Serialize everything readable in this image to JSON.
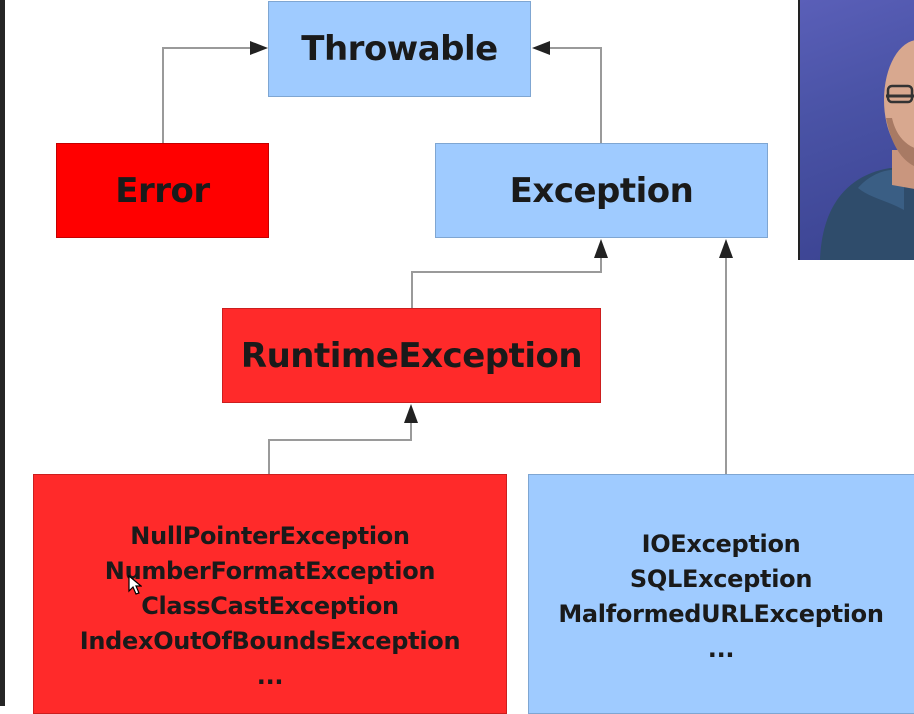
{
  "diagram": {
    "nodes": {
      "throwable": "Throwable",
      "error": "Error",
      "exception": "Exception",
      "runtime_exception": "RuntimeException",
      "unchecked_examples": [
        "NullPointerException",
        "NumberFormatException",
        "ClassCastException",
        "IndexOutOfBoundsException",
        "..."
      ],
      "checked_examples": [
        "IOException",
        "SQLException",
        "MalformedURLException",
        "..."
      ]
    },
    "colors": {
      "class_box_blue": "#9fcbff",
      "unchecked_red": "#ff2a2a",
      "error_red": "#ff0000",
      "connector_gray": "#9a9a9a",
      "arrowhead": "#222222"
    }
  },
  "webcam": {
    "icon": "presenter-webcam"
  }
}
